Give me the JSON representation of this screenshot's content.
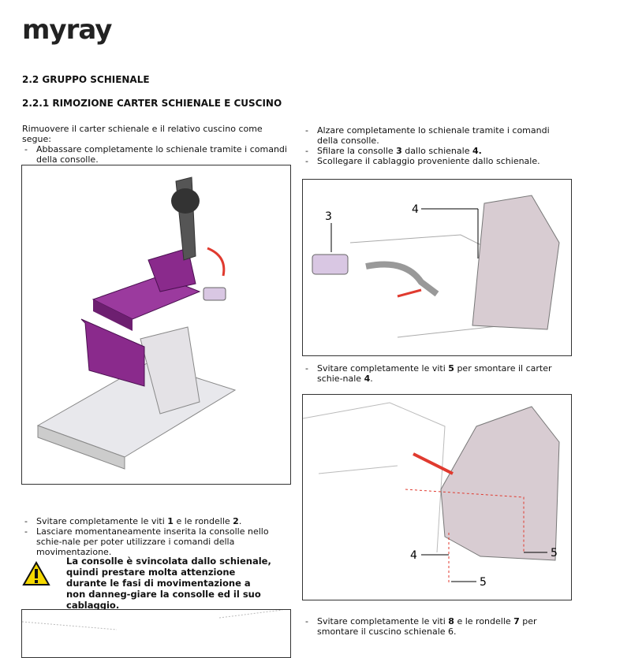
{
  "logo": "myray",
  "section_title": "2.2 GRUPPO SCHIENALE",
  "subsection_title": "2.2.1 RIMOZIONE CARTER SCHIENALE E CUSCINO",
  "left": {
    "intro": "Rimuovere il carter schienale e il relativo cuscino come segue:",
    "step1": "Abbassare completamente lo schienale tramite i comandi della consolle.",
    "step2_a": "Svitare completamente le viti ",
    "step2_b": "1",
    "step2_c": " e le rondelle ",
    "step2_d": "2",
    "step2_e": ".",
    "step3": "Lasciare momentaneamente inserita la consolle nello schie-nale per poter utilizzare i comandi della movimentazione.",
    "warning": "La consolle è svincolata dallo schienale, quindi prestare molta attenzione durante le fasi di movimentazione a non danneg-giare la consolle ed il suo cablaggio."
  },
  "right": {
    "step1": "Alzare completamente lo schienale tramite i comandi della consolle.",
    "step2_a": "Sfilare la consolle ",
    "step2_b": "3",
    "step2_c": " dallo schienale ",
    "step2_d": "4.",
    "step3": "Scollegare il cablaggio proveniente dallo schienale.",
    "step4_a": "Svitare completamente le viti ",
    "step4_b": "5",
    "step4_c": " per smontare il carter schie-nale ",
    "step4_d": "4",
    "step4_e": ".",
    "step5_a": "Svitare completamente le viti ",
    "step5_b": "8",
    "step5_c": " e le rondelle ",
    "step5_d": "7",
    "step5_e": " per smontare il cuscino schienale 6."
  },
  "figure_labels": {
    "fig2_a": "3",
    "fig2_b": "4",
    "fig3_a": "4",
    "fig3_b": "5",
    "fig3_c": "5"
  },
  "colors": {
    "upholstery": "#8a2a8c",
    "accent_arrow": "#e03a2f",
    "warning": "#f5d800"
  }
}
